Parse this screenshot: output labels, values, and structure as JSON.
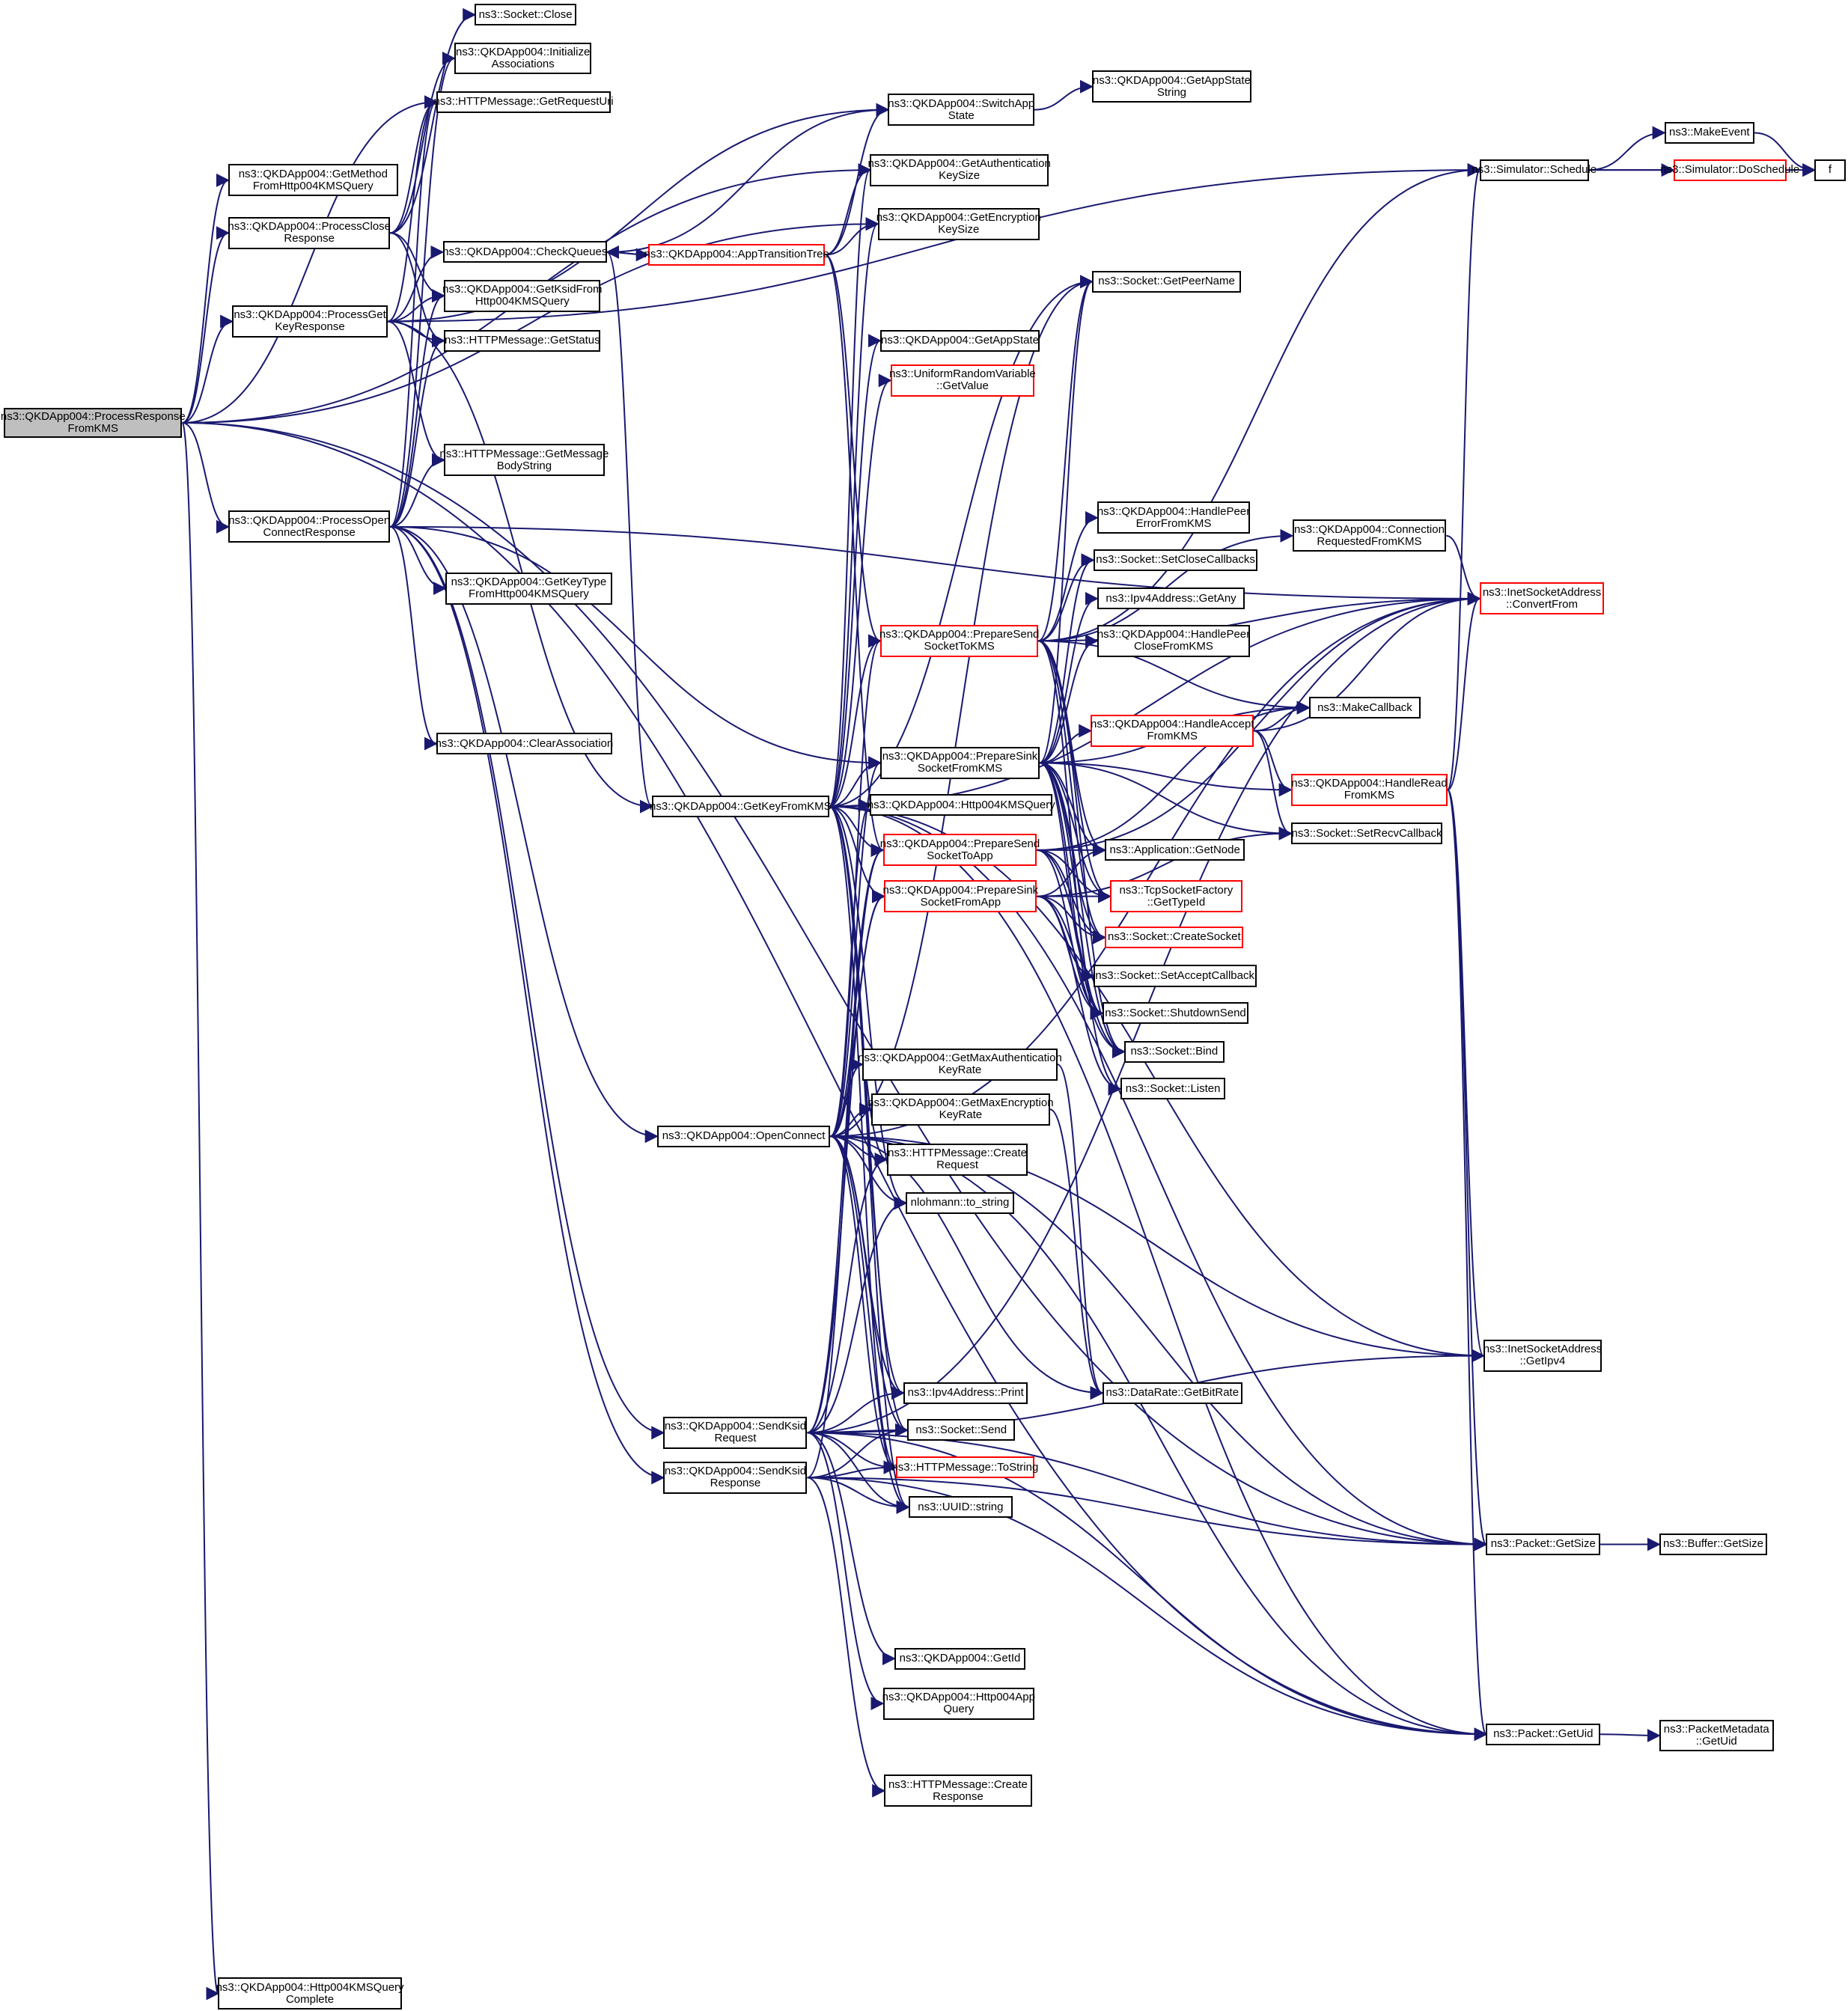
{
  "title": "Call graph of ns3::QKDApp004::ProcessResponseFromKMS",
  "colors": {
    "edge": "#191970",
    "node_border": "#000000",
    "node_border_incomplete": "#ff0000",
    "root_fill": "#bfbfbf",
    "background": "#ffffff"
  },
  "nodes": [
    {
      "id": "root",
      "lines": [
        "ns3::QKDApp004::ProcessResponse",
        "FromKMS"
      ],
      "style": "root"
    },
    {
      "id": "getMethod",
      "lines": [
        "ns3::QKDApp004::GetMethod",
        "FromHttp004KMSQuery"
      ]
    },
    {
      "id": "procClose",
      "lines": [
        "ns3::QKDApp004::ProcessClose",
        "Response"
      ]
    },
    {
      "id": "procGetKey",
      "lines": [
        "ns3::QKDApp004::ProcessGet",
        "KeyResponse"
      ]
    },
    {
      "id": "procOpen",
      "lines": [
        "ns3::QKDApp004::ProcessOpen",
        "ConnectResponse"
      ]
    },
    {
      "id": "queryComplete",
      "lines": [
        "ns3::QKDApp004::Http004KMSQuery",
        "Complete"
      ]
    },
    {
      "id": "sockClose",
      "lines": [
        "ns3::Socket::Close"
      ]
    },
    {
      "id": "initAssoc",
      "lines": [
        "ns3::QKDApp004::Initialize",
        "Associations"
      ]
    },
    {
      "id": "getReqUri",
      "lines": [
        "ns3::HTTPMessage::GetRequestUri"
      ]
    },
    {
      "id": "checkQueues",
      "lines": [
        "ns3::QKDApp004::CheckQueues"
      ]
    },
    {
      "id": "getKsid",
      "lines": [
        "ns3::QKDApp004::GetKsidFrom",
        "Http004KMSQuery"
      ]
    },
    {
      "id": "getStatus",
      "lines": [
        "ns3::HTTPMessage::GetStatus"
      ]
    },
    {
      "id": "getBody",
      "lines": [
        "ns3::HTTPMessage::GetMessage",
        "BodyString"
      ]
    },
    {
      "id": "getKeyType",
      "lines": [
        "ns3::QKDApp004::GetKeyType",
        "FromHttp004KMSQuery"
      ]
    },
    {
      "id": "clearAssoc",
      "lines": [
        "ns3::QKDApp004::ClearAssociation"
      ]
    },
    {
      "id": "appTrans",
      "lines": [
        "ns3::QKDApp004::AppTransitionTree"
      ],
      "style": "red"
    },
    {
      "id": "getKeyFromKMS",
      "lines": [
        "ns3::QKDApp004::GetKeyFromKMS"
      ]
    },
    {
      "id": "openConnect",
      "lines": [
        "ns3::QKDApp004::OpenConnect"
      ]
    },
    {
      "id": "sendKsidReq",
      "lines": [
        "ns3::QKDApp004::SendKsid",
        "Request"
      ]
    },
    {
      "id": "sendKsidResp",
      "lines": [
        "ns3::QKDApp004::SendKsid",
        "Response"
      ]
    },
    {
      "id": "switchState",
      "lines": [
        "ns3::QKDApp004::SwitchApp",
        "State"
      ]
    },
    {
      "id": "getAuthKey",
      "lines": [
        "ns3::QKDApp004::GetAuthentication",
        "KeySize"
      ]
    },
    {
      "id": "getEncKey",
      "lines": [
        "ns3::QKDApp004::GetEncryption",
        "KeySize"
      ]
    },
    {
      "id": "getAppState",
      "lines": [
        "ns3::QKDApp004::GetAppState"
      ]
    },
    {
      "id": "uniformGet",
      "lines": [
        "ns3::UniformRandomVariable",
        "::GetValue"
      ],
      "style": "red"
    },
    {
      "id": "prepSendKMS",
      "lines": [
        "ns3::QKDApp004::PrepareSend",
        "SocketToKMS"
      ],
      "style": "red"
    },
    {
      "id": "prepSinkKMS",
      "lines": [
        "ns3::QKDApp004::PrepareSink",
        "SocketFromKMS"
      ]
    },
    {
      "id": "http004Query",
      "lines": [
        "ns3::QKDApp004::Http004KMSQuery"
      ]
    },
    {
      "id": "prepSendApp",
      "lines": [
        "ns3::QKDApp004::PrepareSend",
        "SocketToApp"
      ],
      "style": "red"
    },
    {
      "id": "prepSinkApp",
      "lines": [
        "ns3::QKDApp004::PrepareSink",
        "SocketFromApp"
      ],
      "style": "red"
    },
    {
      "id": "getMaxAuth",
      "lines": [
        "ns3::QKDApp004::GetMaxAuthentication",
        "KeyRate"
      ]
    },
    {
      "id": "getMaxEnc",
      "lines": [
        "ns3::QKDApp004::GetMaxEncryption",
        "KeyRate"
      ]
    },
    {
      "id": "createReq",
      "lines": [
        "ns3::HTTPMessage::Create",
        "Request"
      ]
    },
    {
      "id": "toString",
      "lines": [
        "nlohmann::to_string"
      ]
    },
    {
      "id": "ipv4Print",
      "lines": [
        "ns3::Ipv4Address::Print"
      ]
    },
    {
      "id": "sockSend",
      "lines": [
        "ns3::Socket::Send"
      ]
    },
    {
      "id": "httpToString",
      "lines": [
        "ns3::HTTPMessage::ToString"
      ],
      "style": "red"
    },
    {
      "id": "uuidString",
      "lines": [
        "ns3::UUID::string"
      ]
    },
    {
      "id": "getId",
      "lines": [
        "ns3::QKDApp004::GetId"
      ]
    },
    {
      "id": "http004AppQuery",
      "lines": [
        "ns3::QKDApp004::Http004App",
        "Query"
      ]
    },
    {
      "id": "createResp",
      "lines": [
        "ns3::HTTPMessage::Create",
        "Response"
      ]
    },
    {
      "id": "getStateString",
      "lines": [
        "ns3::QKDApp004::GetAppState",
        "String"
      ]
    },
    {
      "id": "getPeerName",
      "lines": [
        "ns3::Socket::GetPeerName"
      ]
    },
    {
      "id": "handlePeerErr",
      "lines": [
        "ns3::QKDApp004::HandlePeer",
        "ErrorFromKMS"
      ]
    },
    {
      "id": "setCloseCb",
      "lines": [
        "ns3::Socket::SetCloseCallbacks"
      ]
    },
    {
      "id": "ipv4GetAny",
      "lines": [
        "ns3::Ipv4Address::GetAny"
      ]
    },
    {
      "id": "handlePeerClose",
      "lines": [
        "ns3::QKDApp004::HandlePeer",
        "CloseFromKMS"
      ]
    },
    {
      "id": "handleAccept",
      "lines": [
        "ns3::QKDApp004::HandleAccept",
        "FromKMS"
      ],
      "style": "red"
    },
    {
      "id": "appGetNode",
      "lines": [
        "ns3::Application::GetNode"
      ]
    },
    {
      "id": "tcpTypeId",
      "lines": [
        "ns3::TcpSocketFactory",
        "::GetTypeId"
      ],
      "style": "red"
    },
    {
      "id": "createSocket",
      "lines": [
        "ns3::Socket::CreateSocket"
      ],
      "style": "red"
    },
    {
      "id": "setAcceptCb",
      "lines": [
        "ns3::Socket::SetAcceptCallback"
      ]
    },
    {
      "id": "shutdownSend",
      "lines": [
        "ns3::Socket::ShutdownSend"
      ]
    },
    {
      "id": "sockBind",
      "lines": [
        "ns3::Socket::Bind"
      ]
    },
    {
      "id": "sockListen",
      "lines": [
        "ns3::Socket::Listen"
      ]
    },
    {
      "id": "getBitRate",
      "lines": [
        "ns3::DataRate::GetBitRate"
      ]
    },
    {
      "id": "schedule",
      "lines": [
        "ns3::Simulator::Schedule"
      ]
    },
    {
      "id": "connReq",
      "lines": [
        "ns3::QKDApp004::Connection",
        "RequestedFromKMS"
      ]
    },
    {
      "id": "makeCallback",
      "lines": [
        "ns3::MakeCallback"
      ]
    },
    {
      "id": "handleRead",
      "lines": [
        "ns3::QKDApp004::HandleRead",
        "FromKMS"
      ],
      "style": "red"
    },
    {
      "id": "setRecvCb",
      "lines": [
        "ns3::Socket::SetRecvCallback"
      ]
    },
    {
      "id": "convertFrom",
      "lines": [
        "ns3::InetSocketAddress",
        "::ConvertFrom"
      ],
      "style": "red"
    },
    {
      "id": "getIpv4",
      "lines": [
        "ns3::InetSocketAddress",
        "::GetIpv4"
      ]
    },
    {
      "id": "pktGetSize",
      "lines": [
        "ns3::Packet::GetSize"
      ]
    },
    {
      "id": "pktGetUid",
      "lines": [
        "ns3::Packet::GetUid"
      ]
    },
    {
      "id": "makeEvent",
      "lines": [
        "ns3::MakeEvent"
      ]
    },
    {
      "id": "doSchedule",
      "lines": [
        "ns3::Simulator::DoSchedule"
      ],
      "style": "red"
    },
    {
      "id": "f",
      "lines": [
        "f"
      ]
    },
    {
      "id": "bufGetSize",
      "lines": [
        "ns3::Buffer::GetSize"
      ]
    },
    {
      "id": "metaGetUid",
      "lines": [
        "ns3::PacketMetadata",
        "::GetUid"
      ]
    }
  ],
  "edges": [
    [
      "root",
      "getMethod"
    ],
    [
      "root",
      "procClose"
    ],
    [
      "root",
      "procGetKey"
    ],
    [
      "root",
      "procOpen"
    ],
    [
      "root",
      "queryComplete"
    ],
    [
      "root",
      "getAuthKey"
    ],
    [
      "root",
      "getEncKey"
    ],
    [
      "root",
      "pktGetSize"
    ],
    [
      "root",
      "pktGetUid"
    ],
    [
      "root",
      "getReqUri"
    ],
    [
      "procClose",
      "sockClose"
    ],
    [
      "procClose",
      "initAssoc"
    ],
    [
      "procClose",
      "getReqUri"
    ],
    [
      "procClose",
      "getKsid"
    ],
    [
      "procClose",
      "getStatus"
    ],
    [
      "procGetKey",
      "getReqUri"
    ],
    [
      "procGetKey",
      "checkQueues"
    ],
    [
      "procGetKey",
      "getKsid"
    ],
    [
      "procGetKey",
      "getStatus"
    ],
    [
      "procGetKey",
      "getBody"
    ],
    [
      "procGetKey",
      "schedule"
    ],
    [
      "procGetKey",
      "getKeyFromKMS"
    ],
    [
      "procGetKey",
      "switchState"
    ],
    [
      "procOpen",
      "getReqUri"
    ],
    [
      "procOpen",
      "getKsid"
    ],
    [
      "procOpen",
      "getStatus"
    ],
    [
      "procOpen",
      "getBody"
    ],
    [
      "procOpen",
      "getKeyType"
    ],
    [
      "procOpen",
      "clearAssoc"
    ],
    [
      "procOpen",
      "prepSinkKMS"
    ],
    [
      "procOpen",
      "openConnect"
    ],
    [
      "procOpen",
      "sendKsidReq"
    ],
    [
      "procOpen",
      "sendKsidResp"
    ],
    [
      "procOpen",
      "convertFrom"
    ],
    [
      "procOpen",
      "initAssoc"
    ],
    [
      "checkQueues",
      "appTrans"
    ],
    [
      "appTrans",
      "checkQueues"
    ],
    [
      "checkQueues",
      "switchState"
    ],
    [
      "checkQueues",
      "getKeyFromKMS"
    ],
    [
      "appTrans",
      "switchState"
    ],
    [
      "appTrans",
      "getAuthKey"
    ],
    [
      "appTrans",
      "getEncKey"
    ],
    [
      "appTrans",
      "prepSendKMS"
    ],
    [
      "appTrans",
      "prepSendApp"
    ],
    [
      "switchState",
      "getStateString"
    ],
    [
      "getKeyFromKMS",
      "getAuthKey"
    ],
    [
      "getKeyFromKMS",
      "getEncKey"
    ],
    [
      "getKeyFromKMS",
      "getAppState"
    ],
    [
      "getKeyFromKMS",
      "uniformGet"
    ],
    [
      "getKeyFromKMS",
      "prepSendKMS"
    ],
    [
      "getKeyFromKMS",
      "prepSinkKMS"
    ],
    [
      "getKeyFromKMS",
      "http004Query"
    ],
    [
      "getKeyFromKMS",
      "prepSendApp"
    ],
    [
      "getKeyFromKMS",
      "prepSinkApp"
    ],
    [
      "getKeyFromKMS",
      "createReq"
    ],
    [
      "getKeyFromKMS",
      "toString"
    ],
    [
      "getKeyFromKMS",
      "ipv4Print"
    ],
    [
      "getKeyFromKMS",
      "sockSend"
    ],
    [
      "getKeyFromKMS",
      "httpToString"
    ],
    [
      "getKeyFromKMS",
      "uuidString"
    ],
    [
      "getKeyFromKMS",
      "getIpv4"
    ],
    [
      "getKeyFromKMS",
      "pktGetSize"
    ],
    [
      "getKeyFromKMS",
      "pktGetUid"
    ],
    [
      "getKeyFromKMS",
      "getPeerName"
    ],
    [
      "getKeyFromKMS",
      "convertFrom"
    ],
    [
      "openConnect",
      "prepSendKMS"
    ],
    [
      "openConnect",
      "prepSinkKMS"
    ],
    [
      "openConnect",
      "http004Query"
    ],
    [
      "openConnect",
      "prepSendApp"
    ],
    [
      "openConnect",
      "prepSinkApp"
    ],
    [
      "openConnect",
      "getMaxAuth"
    ],
    [
      "openConnect",
      "getMaxEnc"
    ],
    [
      "openConnect",
      "createReq"
    ],
    [
      "openConnect",
      "toString"
    ],
    [
      "openConnect",
      "ipv4Print"
    ],
    [
      "openConnect",
      "sockSend"
    ],
    [
      "openConnect",
      "httpToString"
    ],
    [
      "openConnect",
      "uuidString"
    ],
    [
      "openConnect",
      "getIpv4"
    ],
    [
      "openConnect",
      "pktGetSize"
    ],
    [
      "openConnect",
      "pktGetUid"
    ],
    [
      "openConnect",
      "getPeerName"
    ],
    [
      "openConnect",
      "convertFrom"
    ],
    [
      "openConnect",
      "getBitRate"
    ],
    [
      "sendKsidReq",
      "prepSendApp"
    ],
    [
      "sendKsidReq",
      "prepSinkApp"
    ],
    [
      "sendKsidReq",
      "createReq"
    ],
    [
      "sendKsidReq",
      "toString"
    ],
    [
      "sendKsidReq",
      "ipv4Print"
    ],
    [
      "sendKsidReq",
      "sockSend"
    ],
    [
      "sendKsidReq",
      "httpToString"
    ],
    [
      "sendKsidReq",
      "uuidString"
    ],
    [
      "sendKsidReq",
      "getId"
    ],
    [
      "sendKsidReq",
      "http004AppQuery"
    ],
    [
      "sendKsidReq",
      "pktGetSize"
    ],
    [
      "sendKsidReq",
      "pktGetUid"
    ],
    [
      "sendKsidReq",
      "getIpv4"
    ],
    [
      "sendKsidReq",
      "convertFrom"
    ],
    [
      "sendKsidResp",
      "prepSendApp"
    ],
    [
      "sendKsidResp",
      "sockSend"
    ],
    [
      "sendKsidResp",
      "httpToString"
    ],
    [
      "sendKsidResp",
      "uuidString"
    ],
    [
      "sendKsidResp",
      "createResp"
    ],
    [
      "sendKsidResp",
      "pktGetSize"
    ],
    [
      "sendKsidResp",
      "pktGetUid"
    ],
    [
      "prepSendKMS",
      "getPeerName"
    ],
    [
      "prepSendKMS",
      "setCloseCb"
    ],
    [
      "prepSendKMS",
      "handlePeerErr"
    ],
    [
      "prepSendKMS",
      "appGetNode"
    ],
    [
      "prepSendKMS",
      "tcpTypeId"
    ],
    [
      "prepSendKMS",
      "createSocket"
    ],
    [
      "prepSendKMS",
      "shutdownSend"
    ],
    [
      "prepSendKMS",
      "sockBind"
    ],
    [
      "prepSendKMS",
      "connReq"
    ],
    [
      "prepSendKMS",
      "makeCallback"
    ],
    [
      "prepSendKMS",
      "convertFrom"
    ],
    [
      "prepSendKMS",
      "schedule"
    ],
    [
      "prepSinkKMS",
      "handleAccept"
    ],
    [
      "prepSinkKMS",
      "handleRead"
    ],
    [
      "prepSinkKMS",
      "setRecvCb"
    ],
    [
      "prepSinkKMS",
      "appGetNode"
    ],
    [
      "prepSinkKMS",
      "tcpTypeId"
    ],
    [
      "prepSinkKMS",
      "createSocket"
    ],
    [
      "prepSinkKMS",
      "setAcceptCb"
    ],
    [
      "prepSinkKMS",
      "shutdownSend"
    ],
    [
      "prepSinkKMS",
      "sockBind"
    ],
    [
      "prepSinkKMS",
      "sockListen"
    ],
    [
      "prepSinkKMS",
      "setCloseCb"
    ],
    [
      "prepSinkKMS",
      "ipv4GetAny"
    ],
    [
      "prepSinkKMS",
      "handlePeerClose"
    ],
    [
      "prepSinkKMS",
      "makeCallback"
    ],
    [
      "prepSinkKMS",
      "getPeerName"
    ],
    [
      "prepSendApp",
      "appGetNode"
    ],
    [
      "prepSendApp",
      "tcpTypeId"
    ],
    [
      "prepSendApp",
      "createSocket"
    ],
    [
      "prepSendApp",
      "shutdownSend"
    ],
    [
      "prepSendApp",
      "sockBind"
    ],
    [
      "prepSendApp",
      "makeCallback"
    ],
    [
      "prepSendApp",
      "convertFrom"
    ],
    [
      "prepSinkApp",
      "appGetNode"
    ],
    [
      "prepSinkApp",
      "tcpTypeId"
    ],
    [
      "prepSinkApp",
      "createSocket"
    ],
    [
      "prepSinkApp",
      "setAcceptCb"
    ],
    [
      "prepSinkApp",
      "shutdownSend"
    ],
    [
      "prepSinkApp",
      "sockBind"
    ],
    [
      "prepSinkApp",
      "sockListen"
    ],
    [
      "prepSinkApp",
      "setRecvCb"
    ],
    [
      "getMaxAuth",
      "getBitRate"
    ],
    [
      "getMaxEnc",
      "getBitRate"
    ],
    [
      "handleAccept",
      "makeCallback"
    ],
    [
      "handleAccept",
      "handleRead"
    ],
    [
      "handleAccept",
      "setRecvCb"
    ],
    [
      "handleAccept",
      "convertFrom"
    ],
    [
      "handleRead",
      "schedule"
    ],
    [
      "handleRead",
      "convertFrom"
    ],
    [
      "handleRead",
      "getIpv4"
    ],
    [
      "handleRead",
      "pktGetSize"
    ],
    [
      "handleRead",
      "pktGetUid"
    ],
    [
      "connReq",
      "convertFrom"
    ],
    [
      "schedule",
      "makeEvent"
    ],
    [
      "schedule",
      "doSchedule"
    ],
    [
      "schedule",
      "f"
    ],
    [
      "makeEvent",
      "f"
    ],
    [
      "pktGetSize",
      "bufGetSize"
    ],
    [
      "pktGetUid",
      "metaGetUid"
    ]
  ]
}
